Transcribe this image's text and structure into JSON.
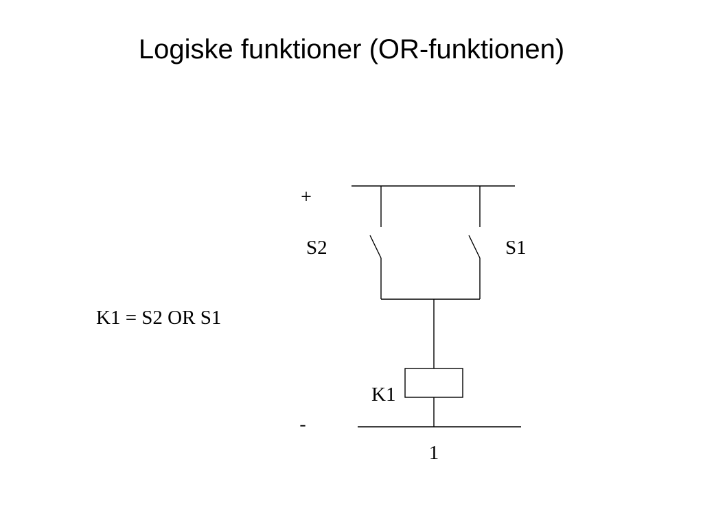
{
  "slide": {
    "title": "Logiske funktioner (OR-funktionen)",
    "equation": "K1 = S2 OR S1"
  },
  "diagram": {
    "plus_label": "+",
    "minus_label": "-",
    "switch_left_label": "S2",
    "switch_right_label": "S1",
    "relay_label": "K1",
    "line_number": "1"
  }
}
